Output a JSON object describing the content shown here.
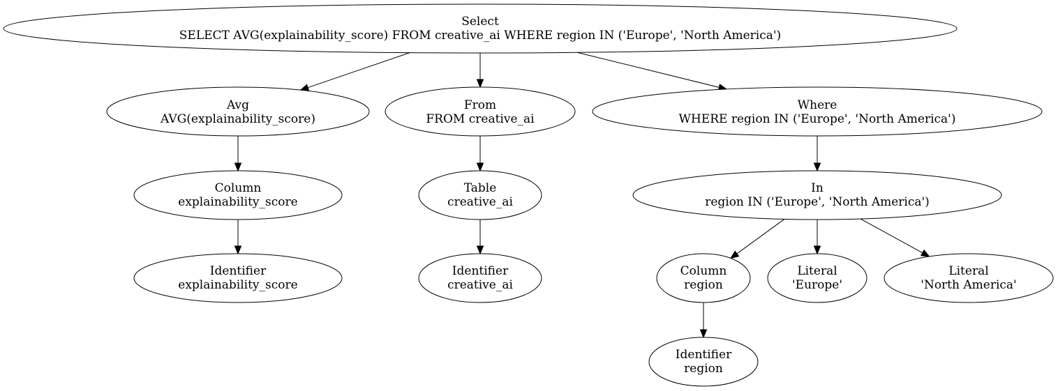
{
  "diagram": {
    "type": "tree",
    "nodes": [
      {
        "id": "select",
        "type_label": "Select",
        "text": "SELECT AVG(explainability_score) FROM creative_ai WHERE region IN ('Europe', 'North America')"
      },
      {
        "id": "avg",
        "type_label": "Avg",
        "text": "AVG(explainability_score)"
      },
      {
        "id": "from",
        "type_label": "From",
        "text": "FROM creative_ai"
      },
      {
        "id": "where",
        "type_label": "Where",
        "text": "WHERE region IN ('Europe', 'North America')"
      },
      {
        "id": "column_score",
        "type_label": "Column",
        "text": "explainability_score"
      },
      {
        "id": "table_creative",
        "type_label": "Table",
        "text": "creative_ai"
      },
      {
        "id": "in",
        "type_label": "In",
        "text": "region IN ('Europe', 'North America')"
      },
      {
        "id": "identifier_score",
        "type_label": "Identifier",
        "text": "explainability_score"
      },
      {
        "id": "identifier_creative",
        "type_label": "Identifier",
        "text": "creative_ai"
      },
      {
        "id": "column_region",
        "type_label": "Column",
        "text": "region"
      },
      {
        "id": "literal_europe",
        "type_label": "Literal",
        "text": "'Europe'"
      },
      {
        "id": "literal_na",
        "type_label": "Literal",
        "text": "'North America'"
      },
      {
        "id": "identifier_region",
        "type_label": "Identifier",
        "text": "region"
      }
    ],
    "edges": [
      {
        "from": "select",
        "to": "avg"
      },
      {
        "from": "select",
        "to": "from"
      },
      {
        "from": "select",
        "to": "where"
      },
      {
        "from": "avg",
        "to": "column_score"
      },
      {
        "from": "from",
        "to": "table_creative"
      },
      {
        "from": "where",
        "to": "in"
      },
      {
        "from": "column_score",
        "to": "identifier_score"
      },
      {
        "from": "table_creative",
        "to": "identifier_creative"
      },
      {
        "from": "in",
        "to": "column_region"
      },
      {
        "from": "in",
        "to": "literal_europe"
      },
      {
        "from": "in",
        "to": "literal_na"
      },
      {
        "from": "column_region",
        "to": "identifier_region"
      }
    ]
  }
}
